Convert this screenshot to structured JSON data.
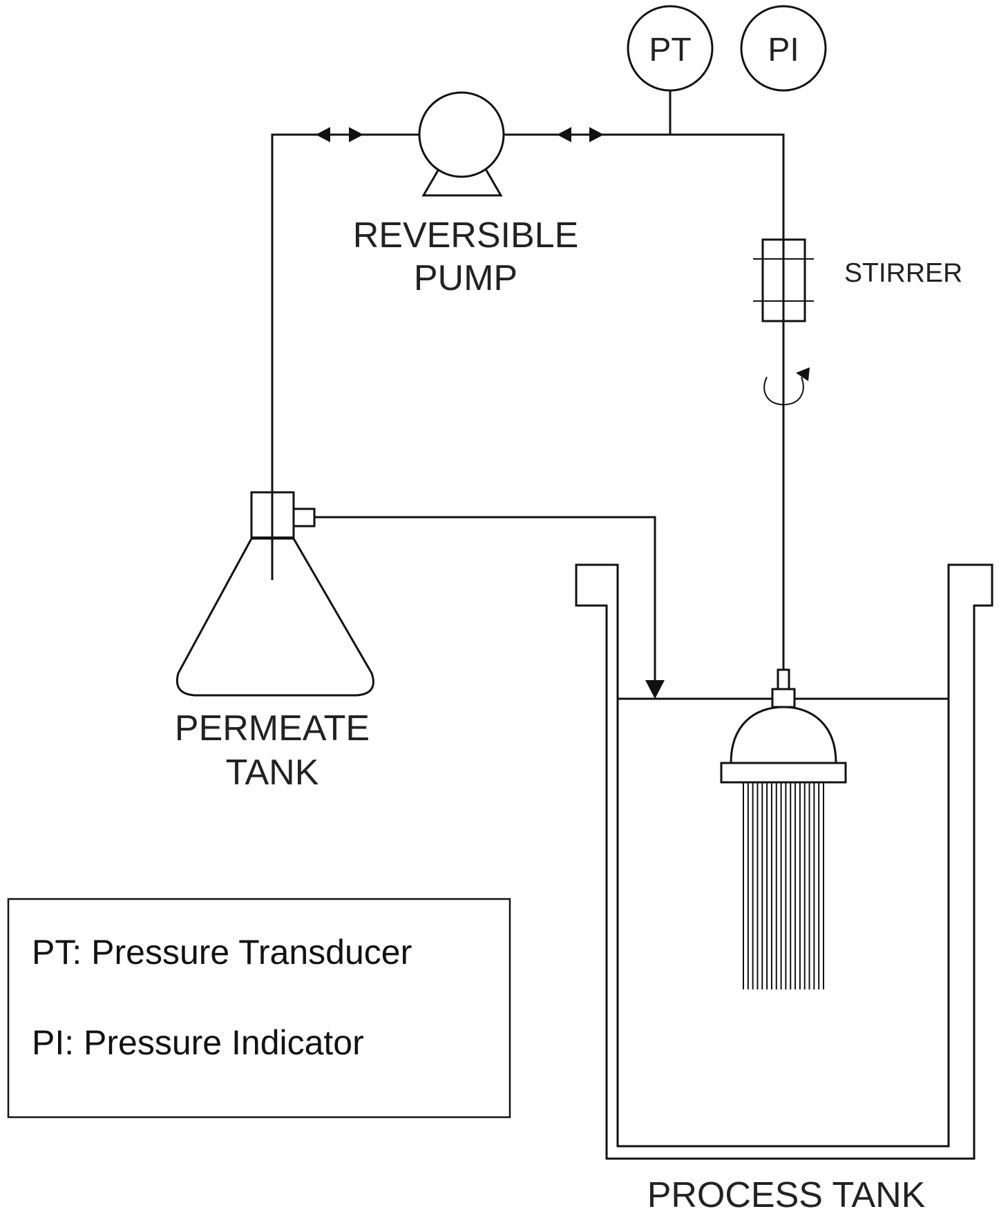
{
  "labels": {
    "pump": [
      "REVERSIBLE",
      "PUMP"
    ],
    "stirrer": "STIRRER",
    "permeate_tank": [
      "PERMEATE",
      "TANK"
    ],
    "process_tank": "PROCESS TANK"
  },
  "instruments": {
    "pt": "PT",
    "pi": "PI"
  },
  "legend": [
    "PT: Pressure Transducer",
    "PI: Pressure Indicator"
  ]
}
